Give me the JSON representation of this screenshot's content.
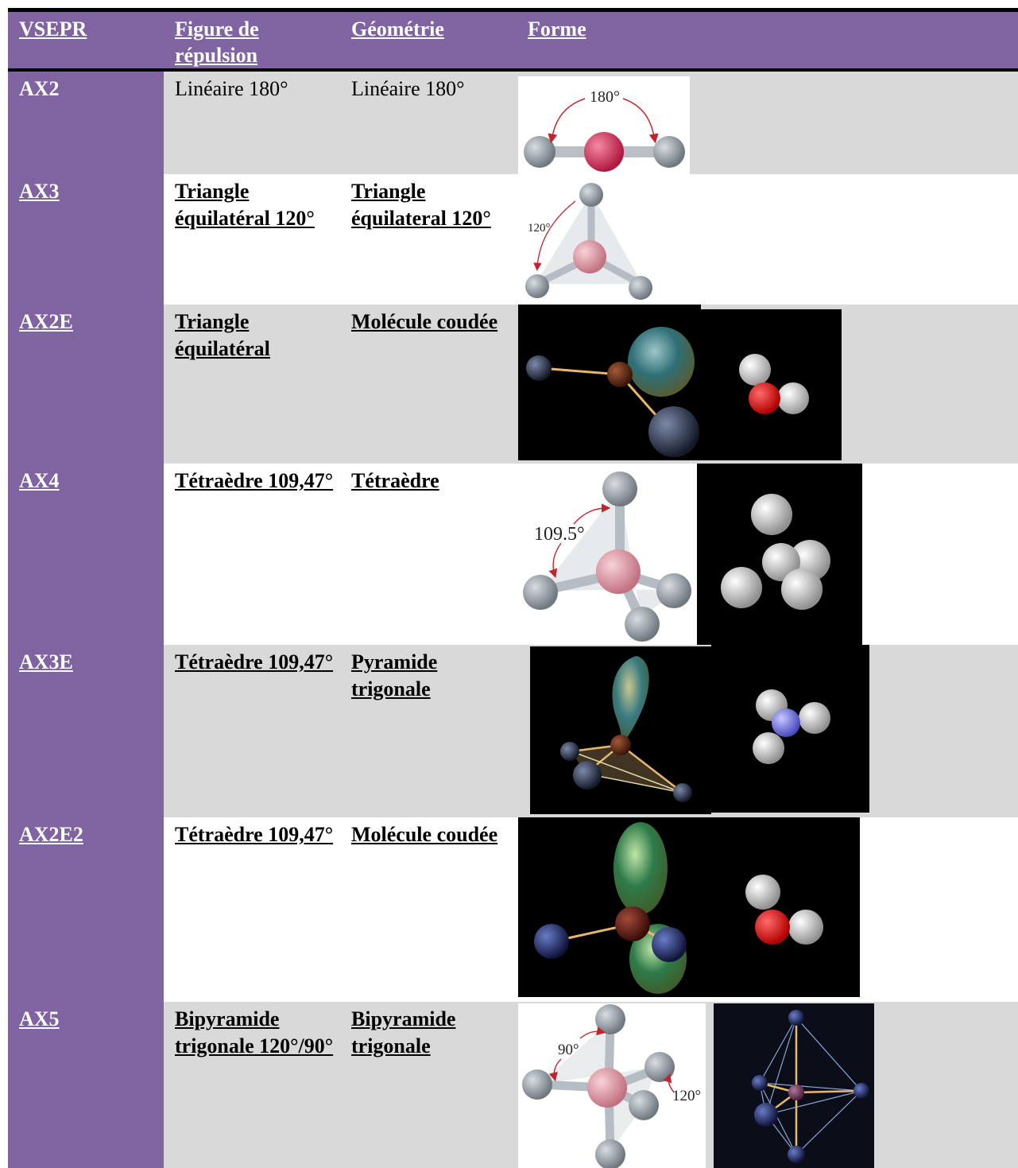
{
  "table": {
    "headers": {
      "vsepr": "VSEPR",
      "figure_repulsion": "Figure de répulsion",
      "geometrie": "Géométrie",
      "forme": "Forme"
    },
    "rows": [
      {
        "vsepr": "AX2",
        "figure": "Linéaire 180°",
        "geometrie": "Linéaire 180°",
        "angle_label": "180°"
      },
      {
        "vsepr": "AX3",
        "figure": "Triangle équilatéral 120°",
        "geometrie": "Triangle équilateral 120°",
        "angle_label": "120°"
      },
      {
        "vsepr": "AX2E",
        "figure": "Triangle équilatéral",
        "geometrie": "Molécule coudée"
      },
      {
        "vsepr": "AX4",
        "figure": "Tétraèdre 109,47°",
        "geometrie": "Tétraèdre",
        "angle_label": "109.5°"
      },
      {
        "vsepr": "AX3E",
        "figure": "Tétraèdre 109,47°",
        "geometrie": "Pyramide trigonale"
      },
      {
        "vsepr": "AX2E2",
        "figure": "Tétraèdre 109,47°",
        "geometrie": "Molécule coudée"
      },
      {
        "vsepr": "AX5",
        "figure": "Bipyramide trigonale 120°/90°",
        "geometrie": "Bipyramide trigonale",
        "angle_label_a": "90°",
        "angle_label_b": "120°"
      }
    ]
  },
  "colors": {
    "header_purple": "#8064a2",
    "band_gray": "#d9d9d9",
    "central_atom_red": "#d9345a",
    "central_atom_pink": "#e7a3ad",
    "ligand_gray": "#8c939b"
  }
}
